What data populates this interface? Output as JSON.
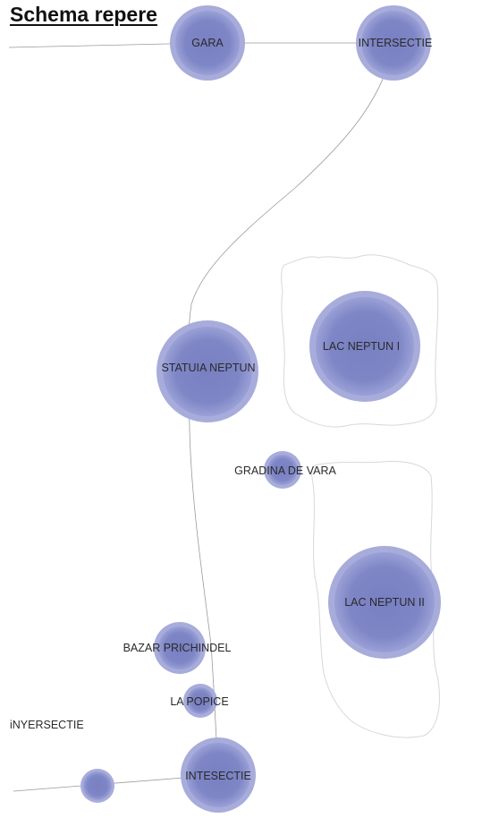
{
  "title": "Schema repere",
  "colors": {
    "node_fill": "#7e85c4",
    "node_ring": "#a7acdb",
    "road": "#9a9a9a",
    "lake_outline": "#d8d8d8",
    "label": "#2a2a2a"
  },
  "nodes": [
    {
      "id": "gara",
      "label": "GARA"
    },
    {
      "id": "intersectie-top",
      "label": "INTERSECTIE"
    },
    {
      "id": "lac-neptun-1",
      "label": "LAC NEPTUN  I"
    },
    {
      "id": "statuia-neptun",
      "label": "STATUIA NEPTUN"
    },
    {
      "id": "gradina-de-vara",
      "label": "GRADINA DE VARA"
    },
    {
      "id": "lac-neptun-2",
      "label": "LAC NEPTUN II"
    },
    {
      "id": "bazar-prichindel",
      "label": "BAZAR PRICHINDEL"
    },
    {
      "id": "la-popice",
      "label": "LA POPICE"
    },
    {
      "id": "intesectie",
      "label": "INTESECTIE"
    },
    {
      "id": "unlabeled",
      "label": ""
    }
  ],
  "free_labels": {
    "iny": "iNYERSECTIE"
  }
}
